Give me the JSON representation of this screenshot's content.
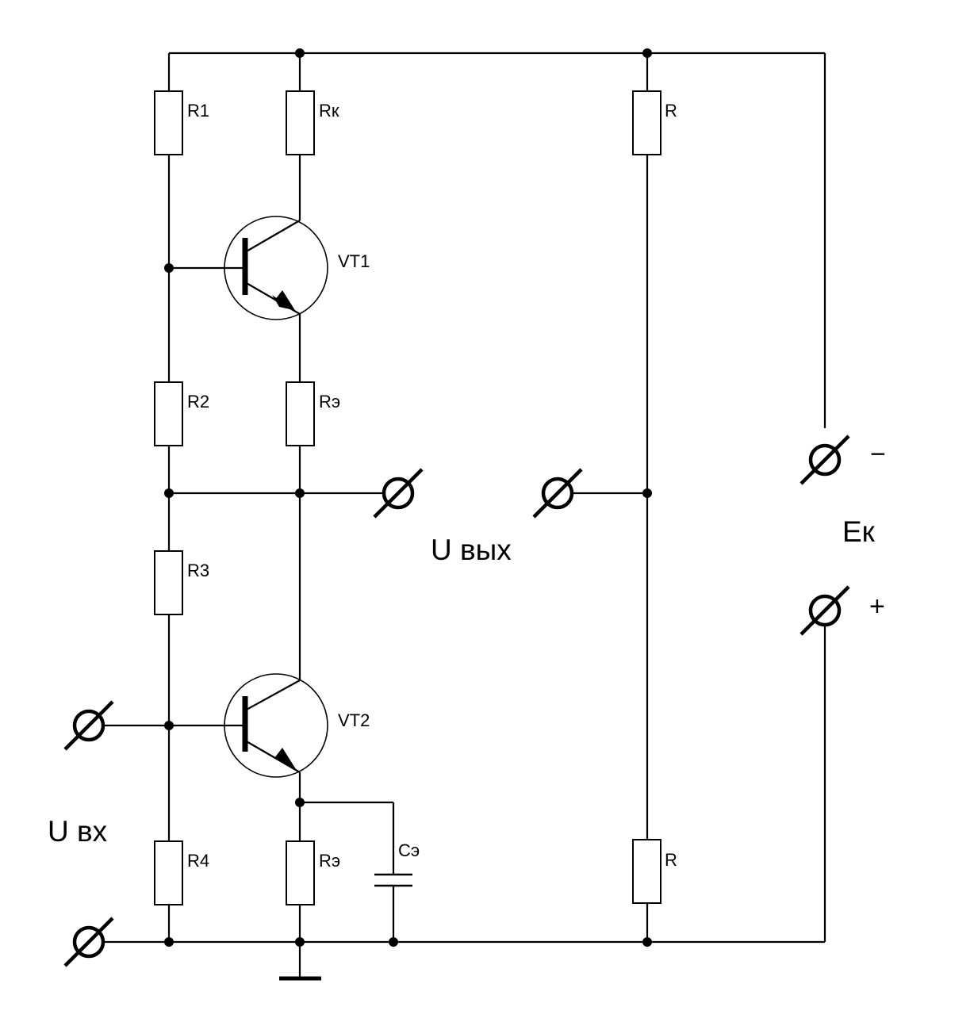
{
  "diagram": {
    "resistors": {
      "r1": "R1",
      "rk": "Rк",
      "r_top_right": "R",
      "r2": "R2",
      "re1": "Rэ",
      "r3": "R3",
      "r4": "R4",
      "re2": "Rэ",
      "r_bottom_right": "R"
    },
    "capacitor": "Cэ",
    "transistors": {
      "vt1": "VT1",
      "vt2": "VT2"
    },
    "terminals": {
      "output": "U вых",
      "input": "U вх",
      "supply": "Eк",
      "supply_minus": "−",
      "supply_plus": "+"
    }
  }
}
